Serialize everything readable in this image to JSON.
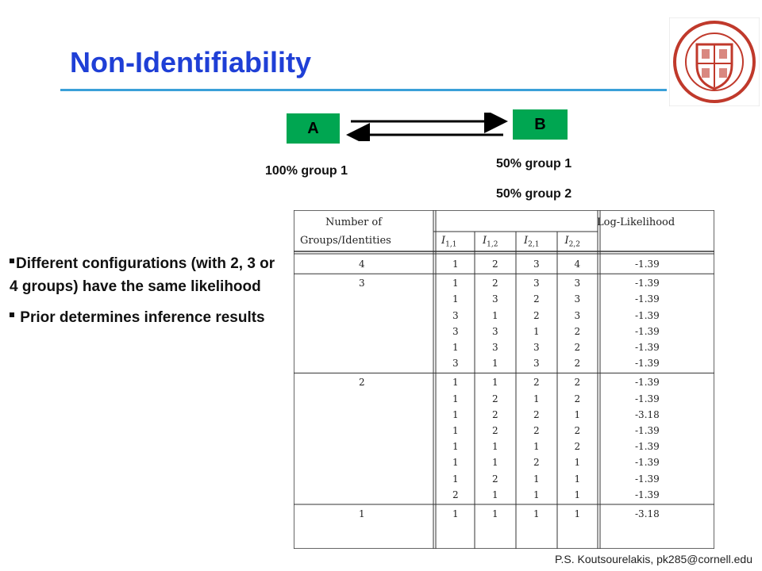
{
  "slide": {
    "title": "Non-Identifiability",
    "footer": "P.S. Koutsourelakis, pk285@cornell.edu"
  },
  "logo": {
    "icon": "cornell-seal-icon",
    "color": "#c0392b"
  },
  "diagram": {
    "node_a": "A",
    "node_b": "B",
    "label_a": "100% group 1",
    "label_b1": "50% group 1",
    "label_b2": "50% group 2",
    "box_color": "#00a651"
  },
  "bullets": [
    "Different configurations (with 2, 3 or 4 groups) have the same likelihood",
    " Prior determines inference results"
  ],
  "table": {
    "headers": {
      "groups_line1": "Number of",
      "groups_line2": "Groups/Identities",
      "loglik": "Log-Likelihood",
      "cols": [
        "I1,1",
        "I1,2",
        "I2,1",
        "I2,2"
      ]
    },
    "sections": [
      {
        "groups": "4",
        "rows": [
          [
            "1",
            "2",
            "3",
            "4",
            "-1.39"
          ]
        ]
      },
      {
        "groups": "3",
        "rows": [
          [
            "1",
            "2",
            "3",
            "3",
            "-1.39"
          ],
          [
            "1",
            "3",
            "2",
            "3",
            "-1.39"
          ],
          [
            "3",
            "1",
            "2",
            "3",
            "-1.39"
          ],
          [
            "3",
            "3",
            "1",
            "2",
            "-1.39"
          ],
          [
            "1",
            "3",
            "3",
            "2",
            "-1.39"
          ],
          [
            "3",
            "1",
            "3",
            "2",
            "-1.39"
          ]
        ]
      },
      {
        "groups": "2",
        "rows": [
          [
            "1",
            "1",
            "2",
            "2",
            "-1.39"
          ],
          [
            "1",
            "2",
            "1",
            "2",
            "-1.39"
          ],
          [
            "1",
            "2",
            "2",
            "1",
            "-3.18"
          ],
          [
            "1",
            "2",
            "2",
            "2",
            "-1.39"
          ],
          [
            "1",
            "1",
            "1",
            "2",
            "-1.39"
          ],
          [
            "1",
            "1",
            "2",
            "1",
            "-1.39"
          ],
          [
            "1",
            "2",
            "1",
            "1",
            "-1.39"
          ],
          [
            "2",
            "1",
            "1",
            "1",
            "-1.39"
          ]
        ]
      },
      {
        "groups": "1",
        "rows": [
          [
            "1",
            "1",
            "1",
            "1",
            "-3.18"
          ]
        ]
      }
    ]
  }
}
